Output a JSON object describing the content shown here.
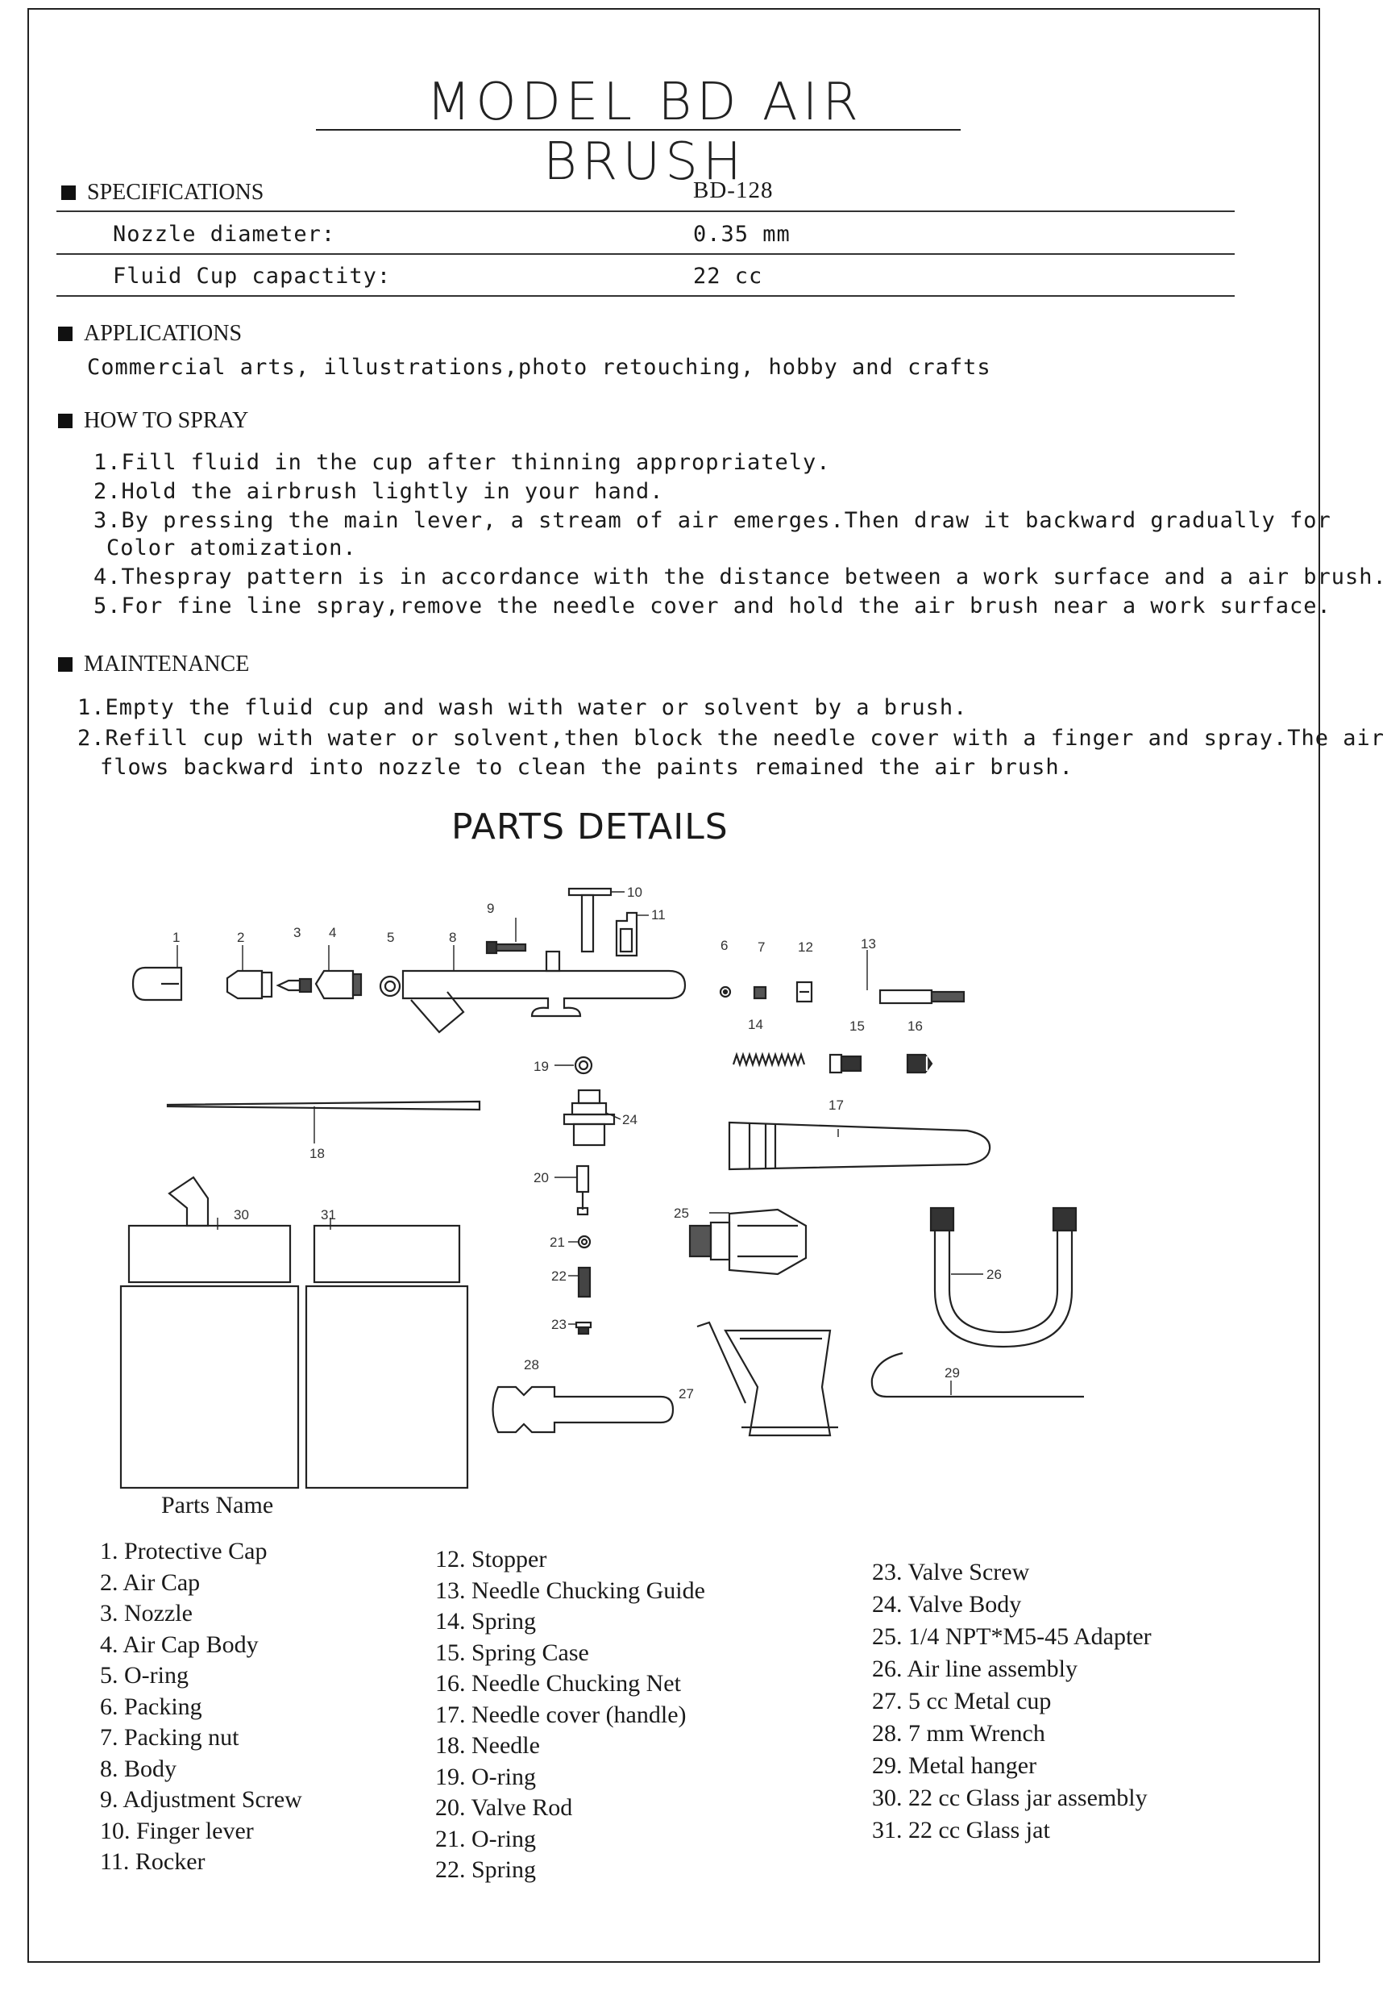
{
  "title": "MODEL BD AIR BRUSH",
  "specifications": {
    "heading": "SPECIFICATIONS",
    "model": "BD-128",
    "rows": [
      {
        "label": "Nozzle diameter:",
        "value": "0.35 mm"
      },
      {
        "label": "Fluid Cup capactity:",
        "value": "22 cc"
      }
    ]
  },
  "applications": {
    "heading": "APPLICATIONS",
    "text": "Commercial arts, illustrations,photo retouching, hobby and crafts"
  },
  "how_to_spray": {
    "heading": "HOW TO SPRAY",
    "lines": [
      "1.Fill fluid in the cup after thinning appropriately.",
      "2.Hold the airbrush lightly  in your hand.",
      "3.By pressing the main lever, a stream of air emerges.Then draw it backward gradually for",
      "Color atomization.",
      "4.Thespray pattern is in accordance with the distance between a work surface and a air brush.",
      "5.For fine line spray,remove the needle cover and hold the air brush near a work surface."
    ]
  },
  "maintenance": {
    "heading": "MAINTENANCE",
    "lines": [
      "1.Empty the fluid cup and wash with water or solvent by a brush.",
      "2.Refill cup with water or solvent,then block the needle cover with a finger and spray.The air",
      "flows backward into nozzle to clean the paints remained the air brush."
    ]
  },
  "parts_details": {
    "heading": "PARTS DETAILS",
    "callouts": [
      "1",
      "2",
      "3",
      "4",
      "5",
      "6",
      "7",
      "8",
      "9",
      "10",
      "11",
      "12",
      "13",
      "14",
      "15",
      "16",
      "17",
      "18",
      "19",
      "20",
      "21",
      "22",
      "23",
      "24",
      "25",
      "26",
      "27",
      "28",
      "29",
      "30",
      "31"
    ]
  },
  "parts_name": {
    "heading": "Parts Name",
    "col1": [
      "1. Protective Cap",
      "2. Air Cap",
      "3. Nozzle",
      "4. Air Cap Body",
      "5. O-ring",
      "6. Packing",
      "7. Packing nut",
      "8. Body",
      "9. Adjustment Screw",
      "10. Finger lever",
      "11. Rocker"
    ],
    "col2": [
      "12. Stopper",
      "13. Needle Chucking Guide",
      "14. Spring",
      "15. Spring Case",
      "16. Needle Chucking Net",
      "17. Needle cover (handle)",
      "18. Needle",
      "19. O-ring",
      "20. Valve Rod",
      "21. O-ring",
      "22. Spring"
    ],
    "col3": [
      "23. Valve Screw",
      "24. Valve Body",
      "25. 1/4 NPT*M5-45 Adapter",
      "26. Air line assembly",
      "27. 5 cc Metal cup",
      "28. 7 mm Wrench",
      "29. Metal  hanger",
      "30. 22 cc Glass jar assembly",
      "31. 22 cc Glass jat"
    ]
  }
}
